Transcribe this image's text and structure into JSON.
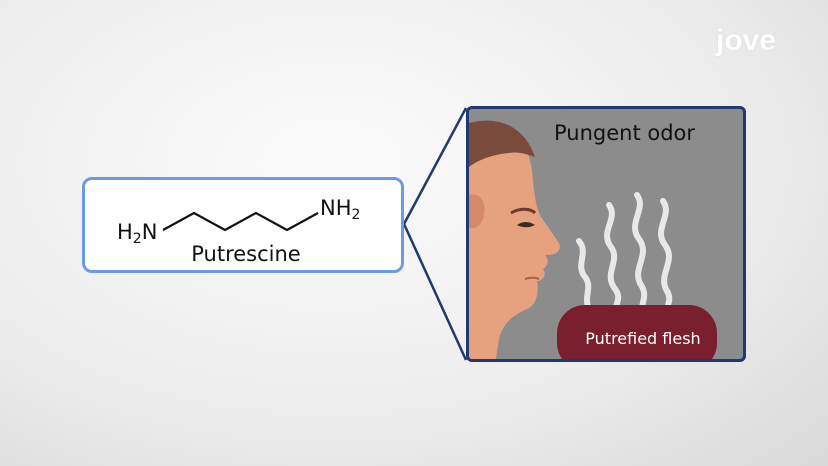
{
  "brand": {
    "logo_text": "jove"
  },
  "molecule": {
    "name": "Putrescine",
    "left_group": {
      "main": "H",
      "sub": "2",
      "tail": "N"
    },
    "right_group": {
      "main": "NH",
      "sub": "2"
    }
  },
  "scene": {
    "title": "Pungent odor",
    "flesh_label": "Putrefied flesh"
  },
  "colors": {
    "box_border": "#6b9be0",
    "scene_border": "#1f3a6e",
    "scene_bg": "#8c8c8c",
    "flesh": "#7a1f2e",
    "skin": "#e6a27f",
    "hair": "#7a4a3c"
  }
}
